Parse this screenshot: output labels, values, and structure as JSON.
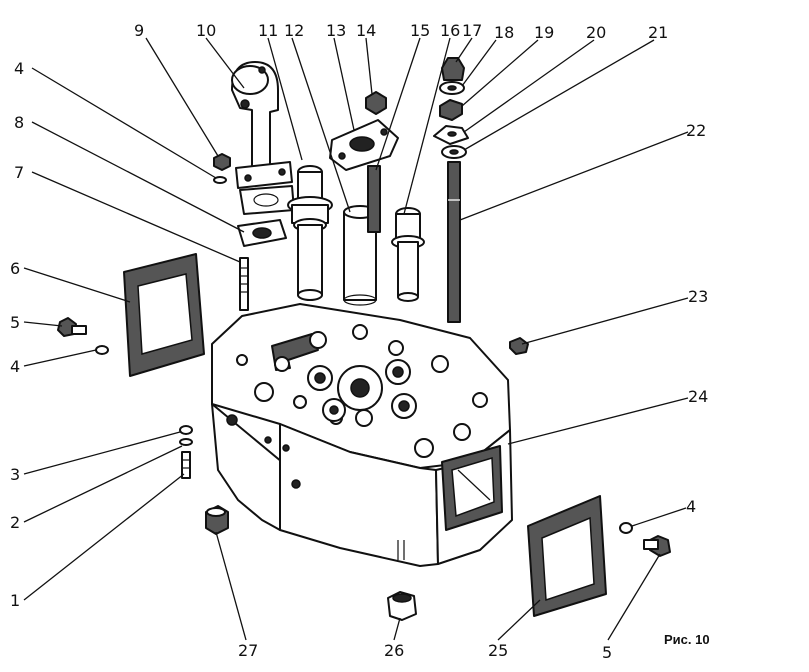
{
  "figure": {
    "caption": "Рис. 10"
  },
  "callouts": [
    {
      "id": "c9",
      "label": "9"
    },
    {
      "id": "c10",
      "label": "10"
    },
    {
      "id": "c11",
      "label": "11"
    },
    {
      "id": "c12",
      "label": "12"
    },
    {
      "id": "c13",
      "label": "13"
    },
    {
      "id": "c14",
      "label": "14"
    },
    {
      "id": "c15",
      "label": "15"
    },
    {
      "id": "c16",
      "label": "16"
    },
    {
      "id": "c17",
      "label": "17"
    },
    {
      "id": "c18",
      "label": "18"
    },
    {
      "id": "c19",
      "label": "19"
    },
    {
      "id": "c20",
      "label": "20"
    },
    {
      "id": "c21",
      "label": "21"
    },
    {
      "id": "c22",
      "label": "22"
    },
    {
      "id": "c4a",
      "label": "4"
    },
    {
      "id": "c8",
      "label": "8"
    },
    {
      "id": "c7",
      "label": "7"
    },
    {
      "id": "c6",
      "label": "6"
    },
    {
      "id": "c5a",
      "label": "5"
    },
    {
      "id": "c4b",
      "label": "4"
    },
    {
      "id": "c23",
      "label": "23"
    },
    {
      "id": "c24",
      "label": "24"
    },
    {
      "id": "c3",
      "label": "3"
    },
    {
      "id": "c2",
      "label": "2"
    },
    {
      "id": "c1",
      "label": "1"
    },
    {
      "id": "c4c",
      "label": "4"
    },
    {
      "id": "c5b",
      "label": "5"
    },
    {
      "id": "c27",
      "label": "27"
    },
    {
      "id": "c26",
      "label": "26"
    },
    {
      "id": "c25",
      "label": "25"
    }
  ]
}
